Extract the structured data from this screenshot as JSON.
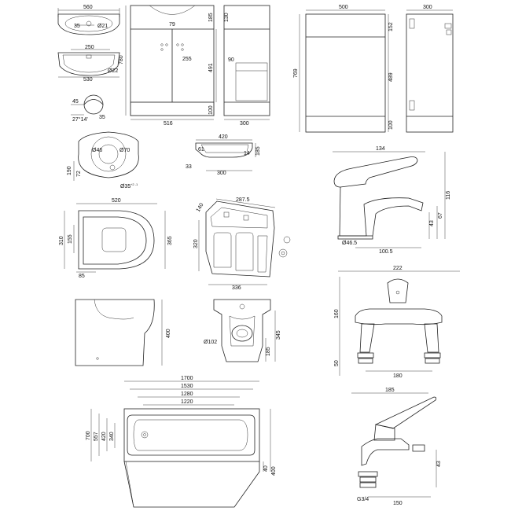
{
  "basin_top": {
    "width": "560",
    "hole": "Ø21",
    "offset": "35"
  },
  "basin_section": {
    "width_top": "250",
    "width_bottom": "530",
    "waste": "Ø22"
  },
  "tap_hole_detail": {
    "a": "45",
    "b": "27°14'",
    "c": "35"
  },
  "vanity_front": {
    "top_gap": "79",
    "door_width": "255",
    "height": "780",
    "door_height": "491",
    "base_height": "100",
    "width": "516",
    "top_height": "185"
  },
  "vanity_side": {
    "top": "130",
    "shelf": "90",
    "depth": "300"
  },
  "wc_unit_front": {
    "width": "500",
    "height": "769",
    "top_panel": "152",
    "door": "489",
    "plinth": "100"
  },
  "wc_unit_side": {
    "depth": "300"
  },
  "basin_plan": {
    "waste": "Ø46",
    "bowl": "Ø70",
    "overflow": "Ø35",
    "tol": "+2 -1",
    "d1": "190",
    "d2": "72"
  },
  "basin_profile": {
    "width": "420",
    "h1": "185",
    "h2": "14",
    "a": "61",
    "depth": "300",
    "lip": "33"
  },
  "mixer_tap": {
    "length": "134",
    "height": "116",
    "spout_h": "67",
    "spout_low": "43",
    "base": "Ø46.5",
    "reach": "100.5"
  },
  "wc_plan": {
    "length": "520",
    "width": "365",
    "seat": "310",
    "inner": "155",
    "rear": "85"
  },
  "cistern": {
    "width": "287.5",
    "depth": "140",
    "height": "320",
    "base": "336"
  },
  "wc_side": {
    "height": "400"
  },
  "wc_rear": {
    "outlet": "Ø102",
    "h1": "185",
    "h2": "345"
  },
  "bath_mixer_front": {
    "width": "222",
    "height": "160",
    "centres": "180",
    "leg": "50"
  },
  "bath_plan": {
    "length": "1700",
    "w1": "1530",
    "w2": "1280",
    "w3": "1220",
    "width": "700",
    "i1": "557",
    "i2": "420",
    "i3": "340",
    "r1": "40",
    "r2": "400"
  },
  "bath_mixer_side": {
    "length": "185",
    "thread": "G3/4",
    "reach": "150",
    "height": "43"
  }
}
